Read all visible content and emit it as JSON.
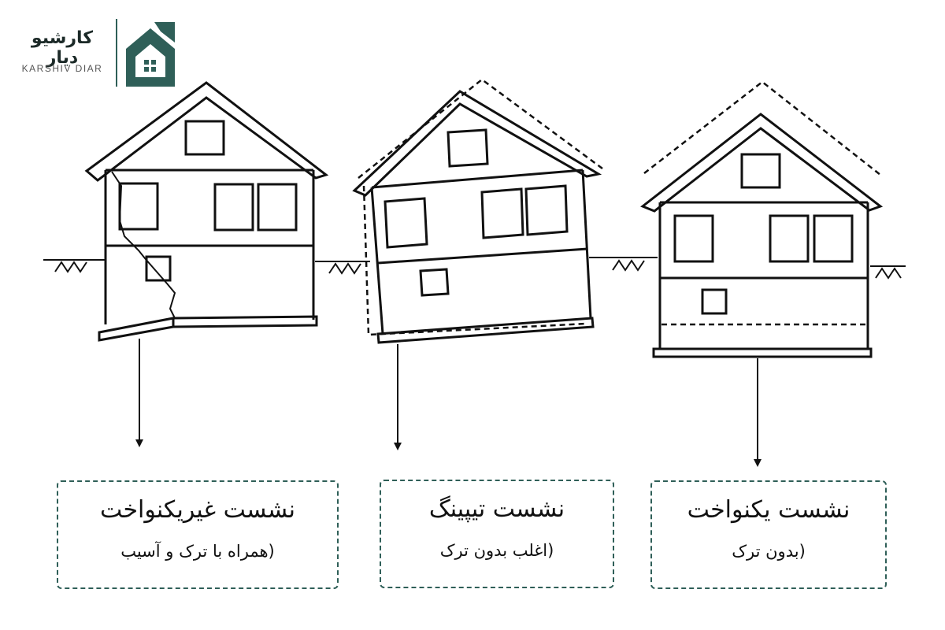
{
  "logo": {
    "name_fa": "کارشیو دیار",
    "name_en": "KARSHIV DIAR",
    "icon": "house-logo-icon",
    "color": "#2f5f58"
  },
  "captions": [
    {
      "title": "نشست غیریکنواخت",
      "subtitle": "(همراه با ترک و آسیب"
    },
    {
      "title": "نشست تیپینگ",
      "subtitle": "(اغلب بدون ترک"
    },
    {
      "title": "نشست یکنواخت",
      "subtitle": "(بدون ترک"
    }
  ],
  "colors": {
    "line": "#111111",
    "accent": "#2f5f58",
    "background": "#ffffff"
  },
  "icons": [
    "ground-hatch-icon",
    "down-arrow-icon",
    "house-icon"
  ]
}
